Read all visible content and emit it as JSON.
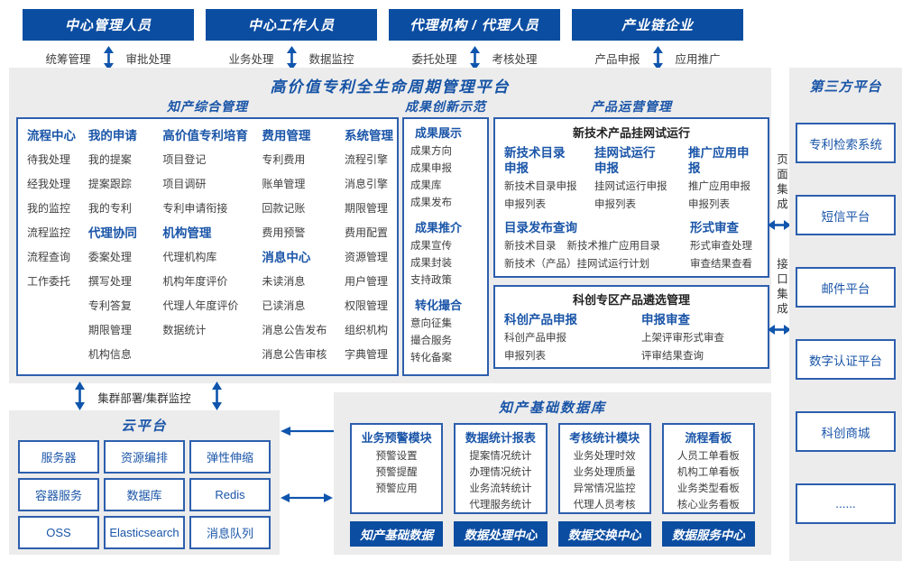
{
  "colors": {
    "primary_blue": "#0b4da1",
    "title_blue": "#1452a5",
    "section_blue": "#1a55a8",
    "border_blue": "#2d5fae",
    "panel_gray": "#ececec",
    "item_text": "#3f3f3f"
  },
  "actors": [
    {
      "title": "中心管理人员",
      "left": "统筹管理",
      "right": "审批处理"
    },
    {
      "title": "中心工作人员",
      "left": "业务处理",
      "right": "数据监控"
    },
    {
      "title": "代理机构 / 代理人员",
      "left": "委托处理",
      "right": "考核处理"
    },
    {
      "title": "产业链企业",
      "left": "产品申报",
      "right": "应用推广"
    }
  ],
  "platform_title": "高价值专利全生命周期管理平台",
  "ip_mgmt": {
    "title": "知产综合管理",
    "groups": {
      "process_center": {
        "title": "流程中心",
        "items": [
          "待我处理",
          "经我处理",
          "我的监控",
          "流程监控",
          "流程查询",
          "工作委托"
        ]
      },
      "my_application": {
        "title": "我的申请",
        "items": [
          "我的提案",
          "提案跟踪",
          "我的专利"
        ]
      },
      "agency_collab": {
        "title": "代理协同",
        "items": [
          "委案处理",
          "撰写处理",
          "专利答复",
          "期限管理",
          "机构信息"
        ]
      },
      "hv_cultivation": {
        "title": "高价值专利培育",
        "items": [
          "项目登记",
          "项目调研",
          "专利申请衔接"
        ]
      },
      "org_mgmt": {
        "title": "机构管理",
        "items": [
          "代理机构库",
          "机构年度评价",
          "代理人年度评价",
          "数据统计"
        ]
      },
      "fee_mgmt": {
        "title": "费用管理",
        "items": [
          "专利费用",
          "账单管理",
          "回款记账",
          "费用预警"
        ]
      },
      "msg_center": {
        "title": "消息中心",
        "items": [
          "未读消息",
          "已读消息",
          "消息公告发布",
          "消息公告审核"
        ]
      },
      "sys_mgmt": {
        "title": "系统管理",
        "items": [
          "流程引擎",
          "消息引擎",
          "期限管理",
          "费用配置",
          "资源管理",
          "用户管理",
          "权限管理",
          "组织机构",
          "字典管理"
        ]
      }
    }
  },
  "achievement": {
    "title": "成果创新示范",
    "groups": {
      "display": {
        "title": "成果展示",
        "items": [
          "成果方向",
          "成果申报",
          "成果库",
          "成果发布"
        ]
      },
      "promote": {
        "title": "成果推介",
        "items": [
          "成果宣传",
          "成果封装",
          "支持政策"
        ]
      },
      "match": {
        "title": "转化撮合",
        "items": [
          "意向征集",
          "撮合服务",
          "转化备案"
        ]
      }
    }
  },
  "product_ops": {
    "title": "产品运营管理",
    "trial": {
      "title": "新技术产品挂网试运行",
      "groups": {
        "catalog_declare": {
          "title": "新技术目录申报",
          "items": [
            "新技术目录申报",
            "申报列表"
          ]
        },
        "trial_declare": {
          "title": "挂网试运行申报",
          "items": [
            "挂网试运行申报",
            "申报列表"
          ]
        },
        "promo_declare": {
          "title": "推广应用申报",
          "items": [
            "推广应用申报",
            "申报列表"
          ]
        },
        "catalog_query": {
          "title": "目录发布查询",
          "items": [
            "新技术目录",
            "新技术推广应用目录",
            "新技术（产品）挂网试运行计划"
          ]
        },
        "formal_review": {
          "title": "形式审查",
          "items": [
            "形式审查处理",
            "审查结果查看"
          ]
        }
      }
    },
    "selection": {
      "title": "科创专区产品遴选管理",
      "groups": {
        "sci_declare": {
          "title": "科创产品申报",
          "items": [
            "科创产品申报",
            "申报列表"
          ]
        },
        "declare_review": {
          "title": "申报审查",
          "items": [
            "上架评审形式审查",
            "评审结果查询"
          ]
        }
      }
    }
  },
  "integration": {
    "page": "页面集成",
    "api": "接口集成"
  },
  "third_party": {
    "title": "第三方平台",
    "items": [
      "专利检索系统",
      "短信平台",
      "邮件平台",
      "数字认证平台",
      "科创商城",
      "......"
    ]
  },
  "cluster_label": "集群部署/集群监控",
  "cloud": {
    "title": "云平台",
    "items": [
      "服务器",
      "资源编排",
      "弹性伸缩",
      "容器服务",
      "数据库",
      "Redis",
      "OSS",
      "Elasticsearch",
      "消息队列"
    ]
  },
  "database": {
    "title": "知产基础数据库",
    "module1": {
      "title": "业务预警模块",
      "items": [
        "预警设置",
        "预警提醒",
        "预警应用"
      ],
      "footer": "知产基础数据"
    },
    "module2": {
      "title": "数据统计报表",
      "items": [
        "提案情况统计",
        "办理情况统计",
        "业务流转统计",
        "代理服务统计"
      ],
      "footer": "数据处理中心"
    },
    "module3": {
      "title": "考核统计模块",
      "items": [
        "业务处理时效",
        "业务处理质量",
        "异常情况监控",
        "代理人员考核"
      ],
      "footer": "数据交换中心"
    },
    "module4": {
      "title": "流程看板",
      "items": [
        "人员工单看板",
        "机构工单看板",
        "业务类型看板",
        "核心业务看板"
      ],
      "footer": "数据服务中心"
    }
  }
}
